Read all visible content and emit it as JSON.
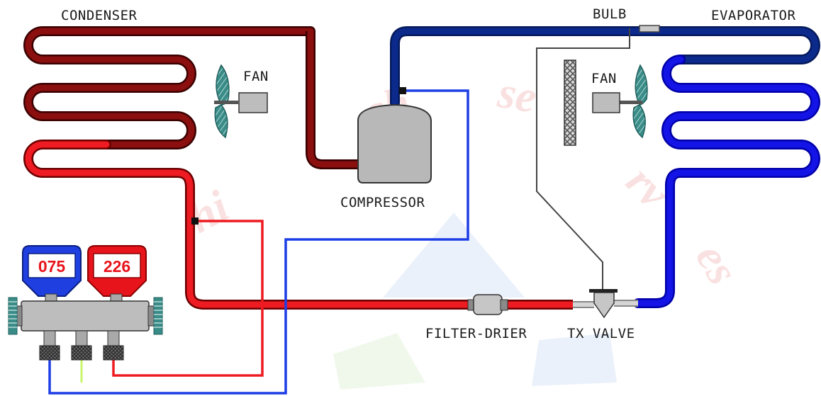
{
  "labels": {
    "condenser": "CONDENSER",
    "evaporator": "EVAPORATOR",
    "bulb": "BULB",
    "fan_left": "FAN",
    "fan_right": "FAN",
    "compressor": "COMPRESSOR",
    "filter_drier": "FILTER-DRIER",
    "tx_valve": "TX VALVE"
  },
  "gauges": {
    "low_side_reading": "075",
    "high_side_reading": "226"
  },
  "colors": {
    "hot_gas": "#7a0a0a",
    "liquid": "#e8141c",
    "suction": "#0b2a8c",
    "low_pressure": "#1414e6",
    "gauge_low": "#1f3fe0",
    "gauge_high": "#e8141c",
    "manifold": "#bdbdbd",
    "fan_blade": "#3a8c88"
  },
  "icons": [
    "fan-icon",
    "compressor-icon",
    "filter-drier-icon",
    "tx-valve-icon",
    "manifold-gauge-icon",
    "sensing-bulb-icon"
  ]
}
